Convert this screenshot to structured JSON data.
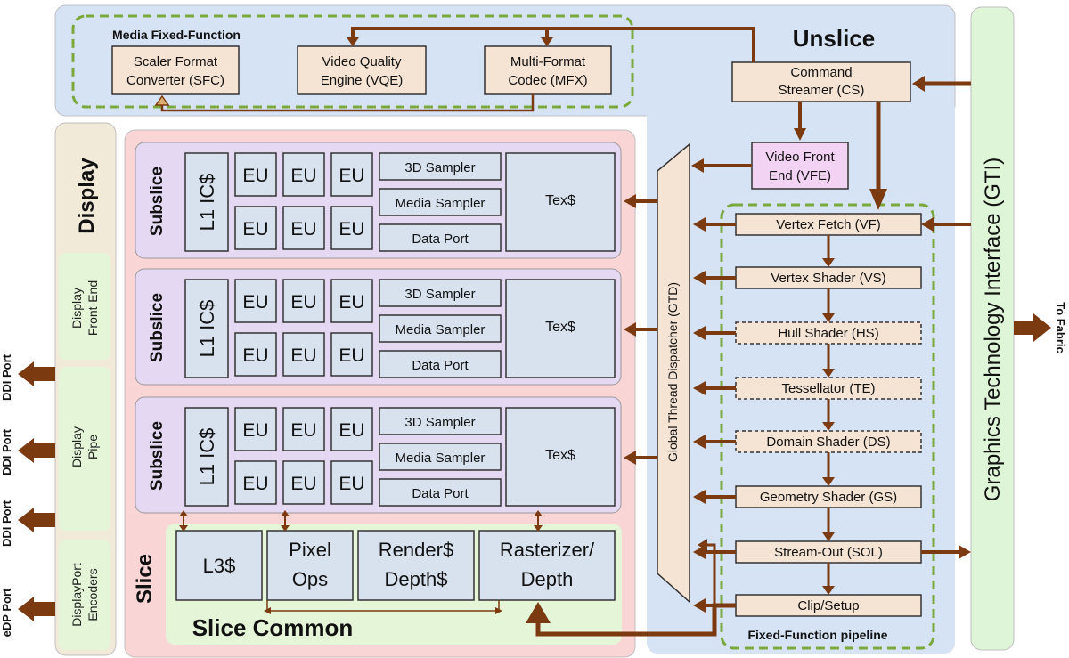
{
  "colors": {
    "unslice_bg": "#d6e3f5",
    "gti_bg": "#dff5d8",
    "display_bg": "#f1ead8",
    "display_sub_bg": "#e5f5d8",
    "slice_bg": "#f9d5d5",
    "subslice_bg": "#e5d8f3",
    "unit_fill": "#d8e2ef",
    "slice_common_bg": "#e5f5d8",
    "fixed_fn_fill": "#f5e3d3",
    "vfe_fill": "#f3d3f3",
    "arrow": "#7b3a10",
    "green_dash": "#7aa83a"
  },
  "unslice": {
    "title": "Unslice"
  },
  "media": {
    "title": "Media Fixed-Function",
    "sfc": [
      "Scaler Format",
      "Converter (SFC)"
    ],
    "vqe": [
      "Video Quality",
      "Engine (VQE)"
    ],
    "mfx": [
      "Multi-Format",
      "Codec (MFX)"
    ]
  },
  "cs": [
    "Command",
    "Streamer (CS)"
  ],
  "vfe": [
    "Video Front",
    "End (VFE)"
  ],
  "gtd": "Global Thread Dispatcher (GTD)",
  "gti": "Graphics Technology Interface (GTI)",
  "to_fabric": "To Fabric",
  "display": {
    "title": "Display",
    "front_end": [
      "Display",
      "Front-End"
    ],
    "pipe": [
      "Display",
      "Pipe"
    ],
    "encoders": [
      "DisplayPort",
      "Encoders"
    ]
  },
  "ports": [
    "DDI Port",
    "DDI Port",
    "DDI Port",
    "eDP Port"
  ],
  "slice": {
    "title": "Slice"
  },
  "subslice": {
    "title": "Subslice",
    "icache": "L1 IC$",
    "eu": "EU",
    "sampler_3d": "3D Sampler",
    "media_sampler": "Media Sampler",
    "data_port": "Data Port",
    "tex": "Tex$"
  },
  "slice_common": {
    "title": "Slice Common",
    "l3": "L3$",
    "pixel_ops": [
      "Pixel",
      "Ops"
    ],
    "render": [
      "Render$",
      "Depth$"
    ],
    "rasterizer": [
      "Rasterizer/",
      "Depth"
    ]
  },
  "pipeline": {
    "title": "Fixed-Function pipeline",
    "stages": [
      "Vertex Fetch (VF)",
      "Vertex Shader (VS)",
      "Hull Shader (HS)",
      "Tessellator (TE)",
      "Domain Shader (DS)",
      "Geometry Shader (GS)",
      "Stream-Out (SOL)",
      "Clip/Setup"
    ]
  }
}
